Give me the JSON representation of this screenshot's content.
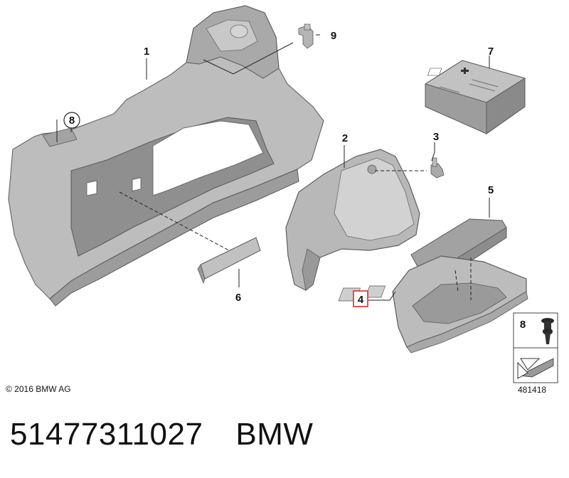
{
  "callouts": {
    "c1": "1",
    "c2": "2",
    "c3": "3",
    "c4": "4",
    "c5": "5",
    "c6": "6",
    "c7": "7",
    "c8": "8",
    "c9": "9"
  },
  "inset": {
    "label": "8"
  },
  "footer": {
    "copyright": "© 2016 BMW AG",
    "diagram_id": "481418"
  },
  "part": {
    "number": "51477311027",
    "brand": "BMW"
  },
  "colors": {
    "part_fill": "#b9b9b9",
    "part_dark": "#8d8d8d",
    "part_light": "#d6d6d6",
    "highlight_box": "#d62020",
    "outline": "#444444"
  }
}
